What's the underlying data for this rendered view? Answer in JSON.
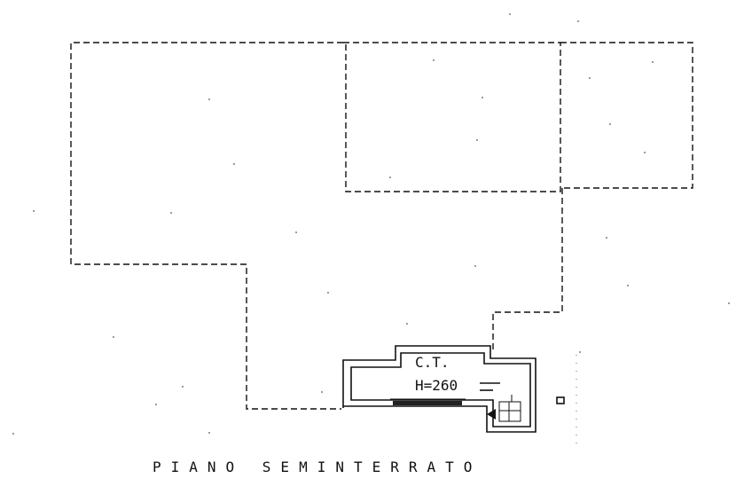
{
  "plan": {
    "room_label": "C.T.",
    "room_height": "H=260",
    "floor_title": "PIANO SEMINTERRATO"
  }
}
